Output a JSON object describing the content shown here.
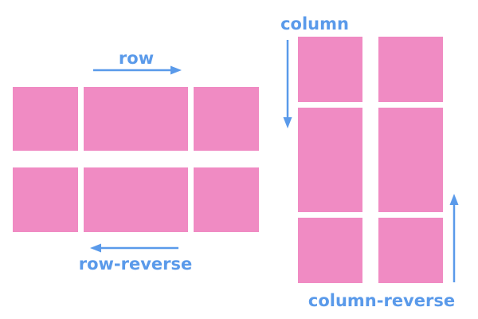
{
  "colors": {
    "box": "#f08bc3",
    "accent": "#5a9aea",
    "background": "#ffffff"
  },
  "labels": {
    "row": "row",
    "row_reverse": "row-reverse",
    "column": "column",
    "column_reverse": "column-reverse"
  },
  "arrows": {
    "row": "arrow-right",
    "row_reverse": "arrow-left",
    "column": "arrow-down",
    "column_reverse": "arrow-up"
  }
}
